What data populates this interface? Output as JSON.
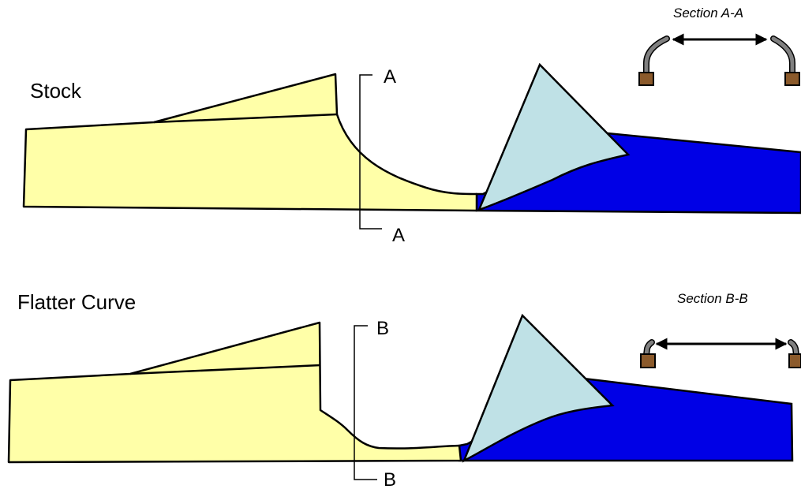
{
  "labels": {
    "stock": "Stock",
    "flatter_curve": "Flatter Curve",
    "section_a_title": "Section A-A",
    "section_b_title": "Section B-B",
    "cut_a_top": "A",
    "cut_a_bottom": "A",
    "cut_b_top": "B",
    "cut_b_bottom": "B"
  },
  "colors": {
    "yellow_body": "#FFFFA8",
    "blue_body": "#0000E6",
    "light_blue_triangle": "#BFE1E6",
    "gray_rail": "#808080",
    "brown_block": "#8B5A2B",
    "outline": "#000000"
  }
}
